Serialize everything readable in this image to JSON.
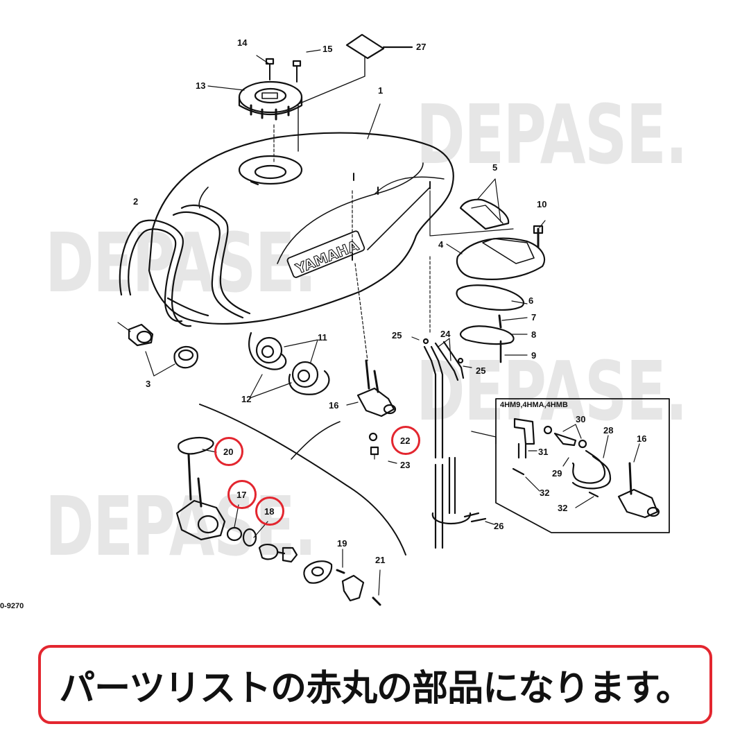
{
  "watermark": "DEPASE.",
  "brand_text": "YAMAHA",
  "inset": {
    "title": "4HM9,4HMA,4HMB"
  },
  "part_code": "0-9270",
  "caption": "パーツリストの赤丸の部品になります。",
  "colors": {
    "highlight": "#e3262f",
    "line": "#111111",
    "watermark": "#e6e6e6"
  },
  "labels": {
    "p1": "1",
    "p2": "2",
    "p3": "3",
    "p4": "4",
    "p5": "5",
    "p6": "6",
    "p7": "7",
    "p8": "8",
    "p9": "9",
    "p10": "10",
    "p11": "11",
    "p12": "12",
    "p13": "13",
    "p14": "14",
    "p15": "15",
    "p16": "16",
    "p16b": "16",
    "p17": "17",
    "p18": "18",
    "p19": "19",
    "p20": "20",
    "p21": "21",
    "p22": "22",
    "p23": "23",
    "p24": "24",
    "p25a": "25",
    "p25b": "25",
    "p26": "26",
    "p27": "27",
    "p28": "28",
    "p29": "29",
    "p30": "30",
    "p31": "31",
    "p32a": "32",
    "p32b": "32"
  },
  "highlighted_parts": [
    "17",
    "18",
    "20",
    "22"
  ]
}
